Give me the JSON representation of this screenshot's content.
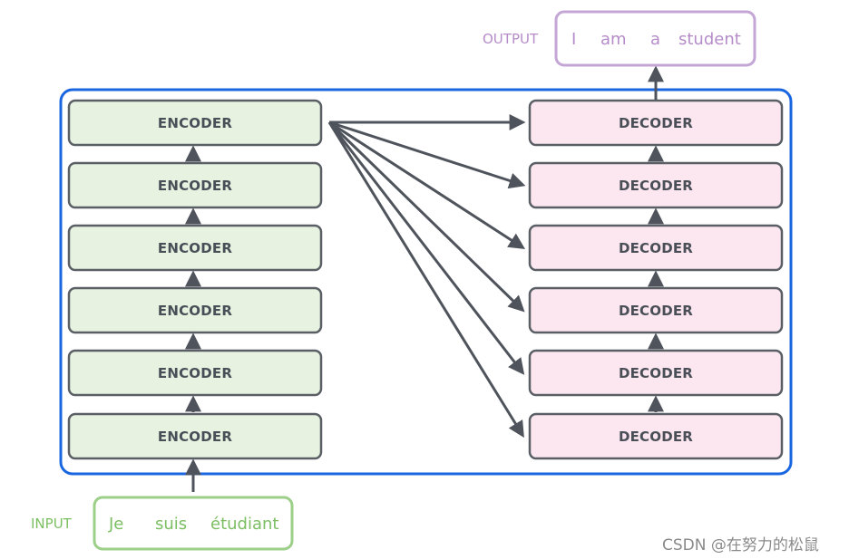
{
  "stack": {
    "encoders": [
      "ENCODER",
      "ENCODER",
      "ENCODER",
      "ENCODER",
      "ENCODER",
      "ENCODER"
    ],
    "decoders": [
      "DECODER",
      "DECODER",
      "DECODER",
      "DECODER",
      "DECODER",
      "DECODER"
    ]
  },
  "input": {
    "label": "INPUT",
    "words": [
      "Je",
      "suis",
      "étudiant"
    ]
  },
  "output": {
    "label": "OUTPUT",
    "words": [
      "I",
      "am",
      "a",
      "student"
    ]
  },
  "watermark": "CSDN @在努力的松鼠",
  "colors": {
    "frame": "#1a66e0",
    "encoder_fill": "#e7f2e1",
    "decoder_fill": "#fce6ef",
    "block_border": "#5a5f66",
    "arrow": "#4f545c",
    "input": "#7cbf63",
    "output": "#b58cc9"
  }
}
